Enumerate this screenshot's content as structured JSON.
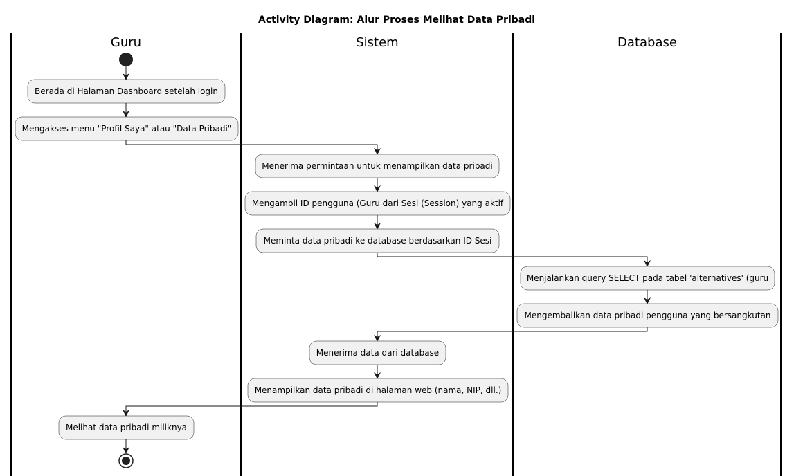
{
  "title": "Activity Diagram: Alur Proses Melihat Data Pribadi",
  "lanes": [
    {
      "label": "Guru"
    },
    {
      "label": "Sistem"
    },
    {
      "label": "Database"
    }
  ],
  "activities": [
    {
      "label": "Berada di Halaman Dashboard setelah login",
      "lane": "Guru"
    },
    {
      "label": "Mengakses menu \"Profil Saya\" atau \"Data Pribadi\"",
      "lane": "Guru"
    },
    {
      "label": "Menerima permintaan untuk menampilkan data pribadi",
      "lane": "Sistem"
    },
    {
      "label": "Mengambil ID pengguna (Guru dari Sesi (Session) yang aktif",
      "lane": "Sistem"
    },
    {
      "label": "Meminta data pribadi ke database berdasarkan ID Sesi",
      "lane": "Sistem"
    },
    {
      "label": "Menjalankan query SELECT pada tabel 'alternatives' (guru",
      "lane": "Database"
    },
    {
      "label": "Mengembalikan data pribadi pengguna yang bersangkutan",
      "lane": "Database"
    },
    {
      "label": "Menerima data dari database",
      "lane": "Sistem"
    },
    {
      "label": "Menampilkan data pribadi di halaman web (nama, NIP, dll.)",
      "lane": "Sistem"
    },
    {
      "label": "Melihat data pribadi miliknya",
      "lane": "Guru"
    }
  ],
  "colors": {
    "box_fill": "#f1f1f1",
    "box_stroke": "#181818",
    "node_fill": "#222222"
  }
}
